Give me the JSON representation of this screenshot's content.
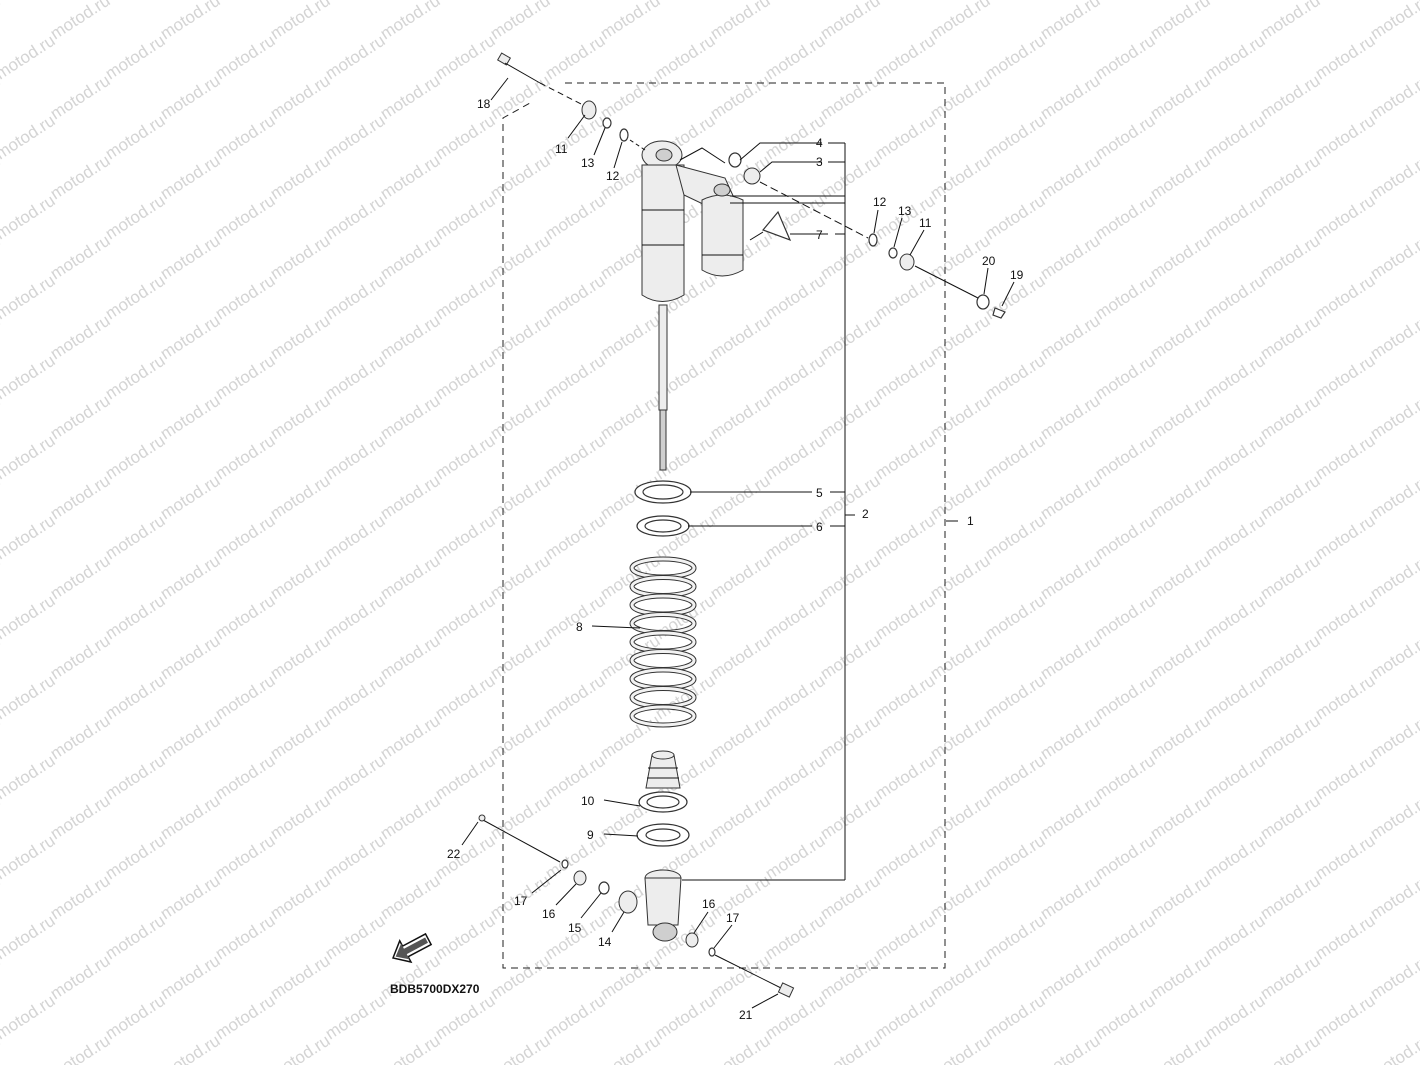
{
  "watermark": "motod.ru",
  "diagram_code": "BDB5700DX270",
  "callouts": {
    "c1": "1",
    "c2": "2",
    "c3": "3",
    "c4": "4",
    "c5": "5",
    "c6": "6",
    "c7": "7",
    "c8": "8",
    "c9": "9",
    "c10": "10",
    "c11a": "11",
    "c11b": "11",
    "c12a": "12",
    "c12b": "12",
    "c13a": "13",
    "c13b": "13",
    "c14": "14",
    "c15": "15",
    "c16a": "16",
    "c16b": "16",
    "c17a": "17",
    "c17b": "17",
    "c18": "18",
    "c19": "19",
    "c20": "20",
    "c21": "21",
    "c22": "22"
  },
  "colors": {
    "line": "#111111",
    "part_fill": "#ededed",
    "watermark": "#d4d4d4"
  },
  "icons": {
    "front_arrow": "front-direction-arrow-icon"
  }
}
